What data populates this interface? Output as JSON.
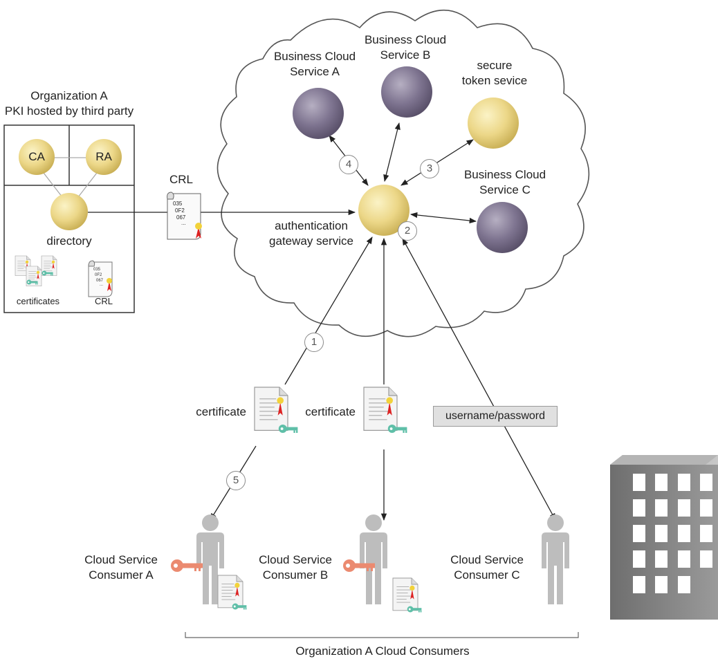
{
  "pki": {
    "title_line1": "Organization A",
    "title_line2": "PKI hosted by third party",
    "ca": "CA",
    "ra": "RA",
    "directory": "directory",
    "certificates": "certificates",
    "crl": "CRL",
    "crl_doc_lines": [
      "035",
      "0F2",
      "067",
      "..."
    ]
  },
  "crl_transfer_label": "CRL",
  "cloud": {
    "service_a_line1": "Business Cloud",
    "service_a_line2": "Service A",
    "service_b_line1": "Business Cloud",
    "service_b_line2": "Service B",
    "sts_line1": "secure",
    "sts_line2": "token sevice",
    "service_c_line1": "Business Cloud",
    "service_c_line2": "Service C",
    "gateway_line1": "authentication",
    "gateway_line2": "gateway service"
  },
  "steps": [
    "1",
    "2",
    "3",
    "4",
    "5"
  ],
  "certificate_label": "certificate",
  "credentials_label": "username/password",
  "consumers": {
    "a_line1": "Cloud Service",
    "a_line2": "Consumer A",
    "b_line1": "Cloud Service",
    "b_line2": "Consumer B",
    "c_line1": "Cloud Service",
    "c_line2": "Consumer C",
    "group_label": "Organization A Cloud Consumers"
  },
  "colors": {
    "gold": "#e8d27a",
    "purple": "#7a6f8a",
    "person": "#bdbdbd",
    "key_red": "#e8826a",
    "key_green": "#5fbfa8",
    "building": "#8c8c8c"
  }
}
